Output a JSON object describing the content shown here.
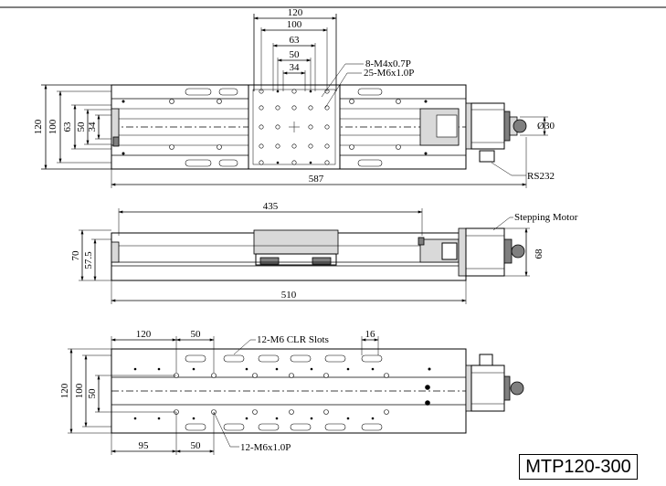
{
  "model": "MTP120-300",
  "top_view": {
    "dims": {
      "w120": "120",
      "w100": "100",
      "w63": "63",
      "w50": "50",
      "w34": "34",
      "h120": "120",
      "h100": "100",
      "h63": "63",
      "h50": "50",
      "h34": "34",
      "length": "587",
      "diameter": "Ø30"
    },
    "callouts": {
      "holes_a": "8-M4x0.7P",
      "holes_b": "25-M6x1.0P",
      "connector": "RS232"
    }
  },
  "side_view": {
    "dims": {
      "length_435": "435",
      "height_70": "70",
      "height_57": "57.5",
      "height_68": "68",
      "length_510": "510"
    },
    "callouts": {
      "motor": "Stepping Motor"
    }
  },
  "bottom_view": {
    "dims": {
      "pitch_120": "120",
      "pitch_50": "50",
      "slot_16": "16",
      "h120": "120",
      "h100": "100",
      "h50": "50",
      "offset_95": "95",
      "offset_50": "50"
    },
    "callouts": {
      "slots": "12-M6 CLR Slots",
      "holes": "12-M6x1.0P"
    }
  }
}
